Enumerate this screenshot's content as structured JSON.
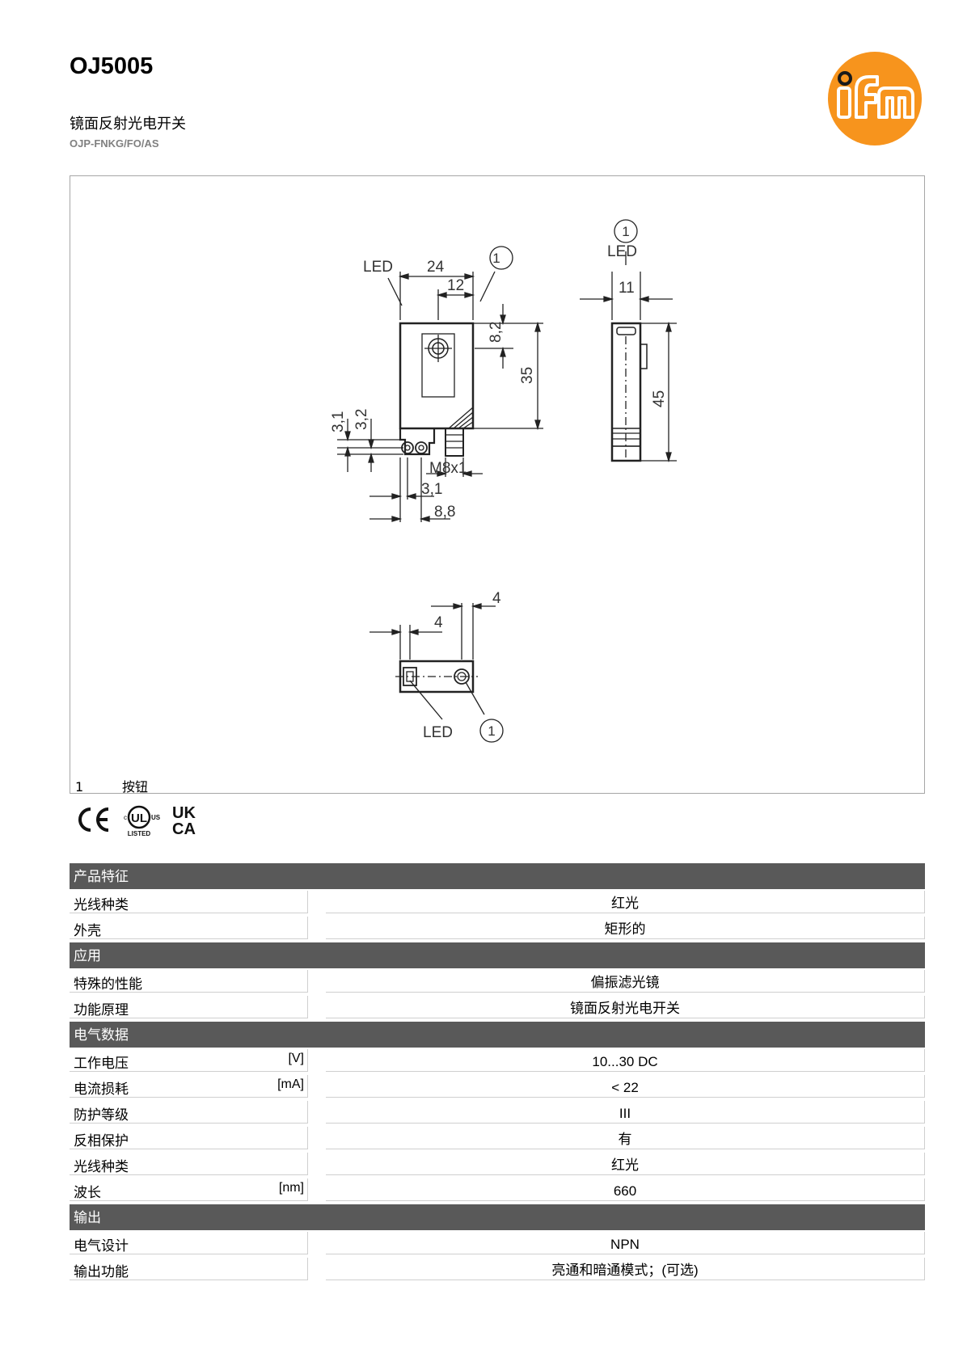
{
  "header": {
    "model": "OJ5005",
    "description": "镜面反射光电开关",
    "article_code": "OJP-FNKG/FO/AS",
    "logo_text": "ifm",
    "logo_color": "#f7941d"
  },
  "drawing": {
    "labels": {
      "led": "LED",
      "callout": "1",
      "d24": "24",
      "d12": "12",
      "d8_2": "8,2",
      "d35": "35",
      "d45": "45",
      "d11": "11",
      "d3_1a": "3,1",
      "d3_2": "3,2",
      "thread": "M8x1",
      "d3_1b": "3,1",
      "d8_8": "8,8",
      "d4a": "4",
      "d4b": "4"
    },
    "legend": {
      "number": "1",
      "text": "按钮"
    }
  },
  "certifications": [
    "CE",
    "cULus LISTED",
    "UKCA"
  ],
  "sections": [
    {
      "title": "产品特征",
      "rows": [
        {
          "label": "光线种类",
          "unit": "",
          "value": "红光"
        },
        {
          "label": "外壳",
          "unit": "",
          "value": "矩形的"
        }
      ]
    },
    {
      "title": "应用",
      "rows": [
        {
          "label": "特殊的性能",
          "unit": "",
          "value": "偏振滤光镜"
        },
        {
          "label": "功能原理",
          "unit": "",
          "value": "镜面反射光电开关"
        }
      ]
    },
    {
      "title": "电气数据",
      "rows": [
        {
          "label": "工作电压",
          "unit": "[V]",
          "value": "10...30 DC"
        },
        {
          "label": "电流损耗",
          "unit": "[mA]",
          "value": "< 22"
        },
        {
          "label": "防护等级",
          "unit": "",
          "value": "III"
        },
        {
          "label": "反相保护",
          "unit": "",
          "value": "有"
        },
        {
          "label": "光线种类",
          "unit": "",
          "value": "红光"
        },
        {
          "label": "波长",
          "unit": "[nm]",
          "value": "660"
        }
      ]
    },
    {
      "title": "输出",
      "rows": [
        {
          "label": "电气设计",
          "unit": "",
          "value": "NPN"
        },
        {
          "label": "输出功能",
          "unit": "",
          "value": "亮通和暗通模式；(可选)"
        }
      ]
    }
  ]
}
